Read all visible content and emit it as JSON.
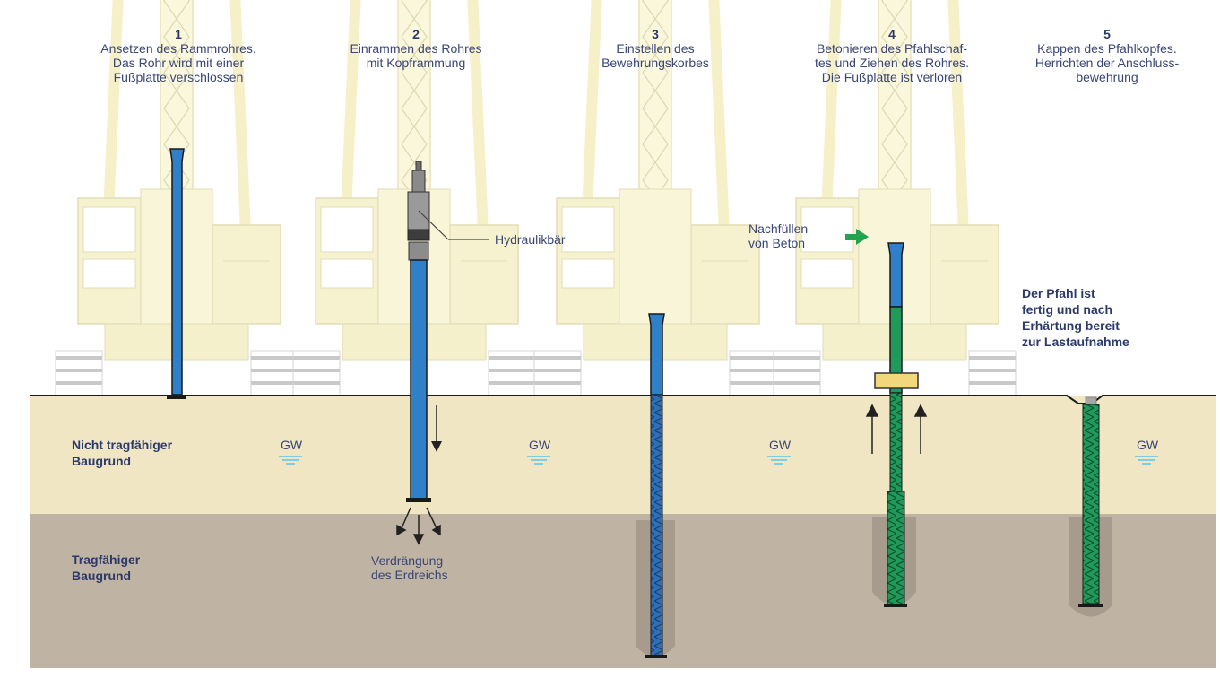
{
  "steps": [
    {
      "number": "1",
      "lines": [
        "Ansetzen des Rammrohres.",
        "Das Rohr wird mit einer",
        "Fußplatte verschlossen"
      ]
    },
    {
      "number": "2",
      "lines": [
        "Einrammen des Rohres",
        "mit Kopframmung"
      ]
    },
    {
      "number": "3",
      "lines": [
        "Einstellen des",
        "Bewehrungskorbes"
      ]
    },
    {
      "number": "4",
      "lines": [
        "Betonieren des Pfahlschaf-",
        "tes und Ziehen des Rohres.",
        "Die Fußplatte ist verloren"
      ]
    },
    {
      "number": "5",
      "lines": [
        "Kappen des Pfahlkopfes.",
        "Herrichten der Anschluss-",
        "bewehrung"
      ]
    }
  ],
  "soil_layers": {
    "upper": {
      "lines": [
        "Nicht tragfähiger",
        "Baugrund"
      ],
      "color": "#f0e6c4"
    },
    "lower": {
      "lines": [
        "Tragfähiger",
        "Baugrund"
      ],
      "color": "#bfb3a4"
    }
  },
  "groundwater_label": "GW",
  "annotations": {
    "hammer": "Hydraulikbär",
    "displacement": [
      "Verdrängung",
      "des Erdreichs"
    ],
    "refill": [
      "Nachfüllen",
      "von Beton"
    ],
    "finished": [
      "Der Pfahl ist",
      "fertig und nach",
      "Erhärtung bereit",
      "zur Lastaufnahme"
    ]
  },
  "colors": {
    "pipe_blue": "#2f7fc9",
    "concrete_green": "#1f9a5a",
    "rig_yellow": "#f7f3cf",
    "text_navy": "#2c3a6a",
    "arrow_green": "#22a34e",
    "collar_yellow": "#f2d77c",
    "water_blue": "#7fcde0"
  }
}
